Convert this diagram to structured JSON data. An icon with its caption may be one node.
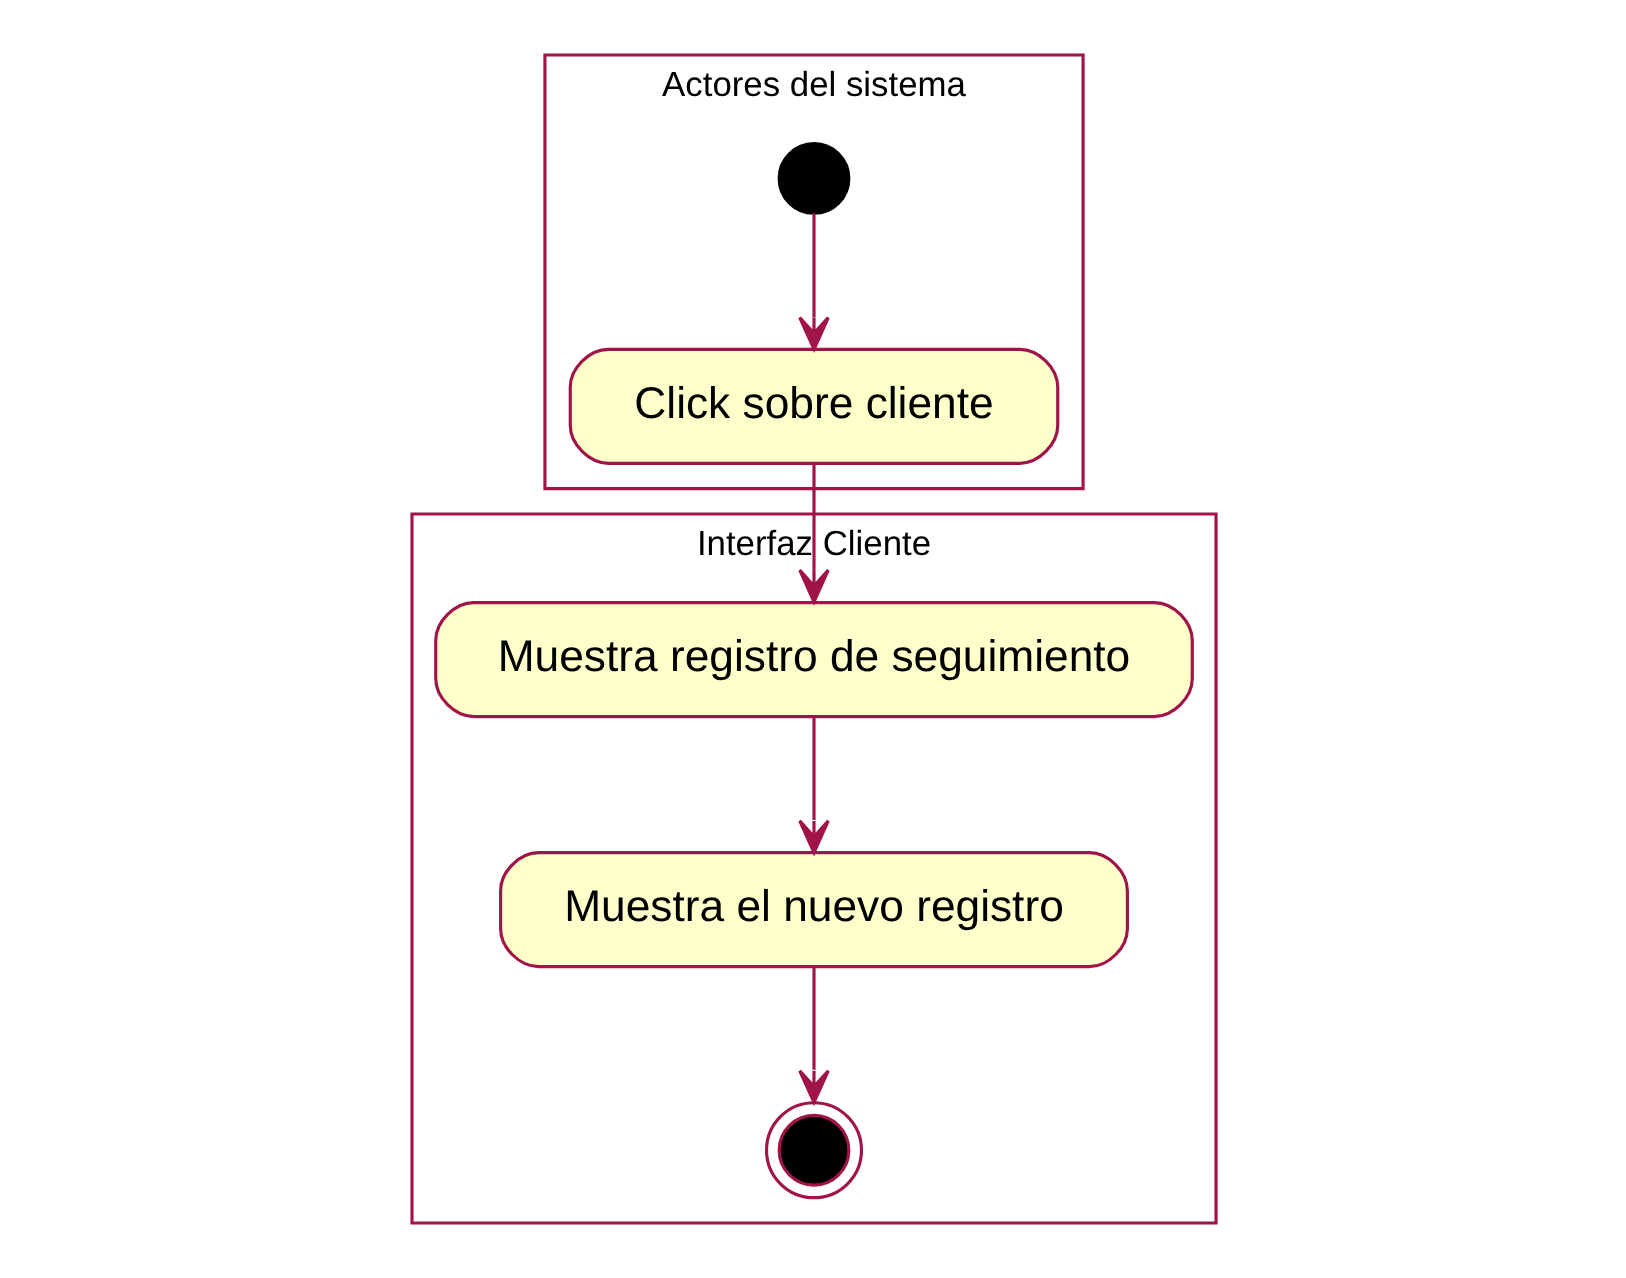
{
  "diagram": {
    "nodes": [
      {
        "text": [
          "Actores del sistema"
        ]
      },
      {
        "text": [
          "Interfaz Cliente"
        ]
      },
      {
        "text": [],
        "shape": "circle",
        "in": 0
      },
      {
        "text": [
          "Click sobre cliente"
        ],
        "in": 0
      },
      {
        "text": [
          "Muestra registro de seguimiento"
        ],
        "in": 1
      },
      {
        "text": [
          "Muestra el nuevo registro"
        ],
        "in": 1
      },
      {
        "text": [],
        "shape": "circle",
        "in": 1
      }
    ],
    "edges": [
      {
        "from": 2,
        "to": 3,
        "arrow": "to"
      },
      {
        "from": 3,
        "to": 4,
        "arrow": "to"
      },
      {
        "from": 4,
        "to": 5,
        "arrow": "to"
      },
      {
        "from": 5,
        "to": 6,
        "arrow": "to"
      }
    ]
  }
}
